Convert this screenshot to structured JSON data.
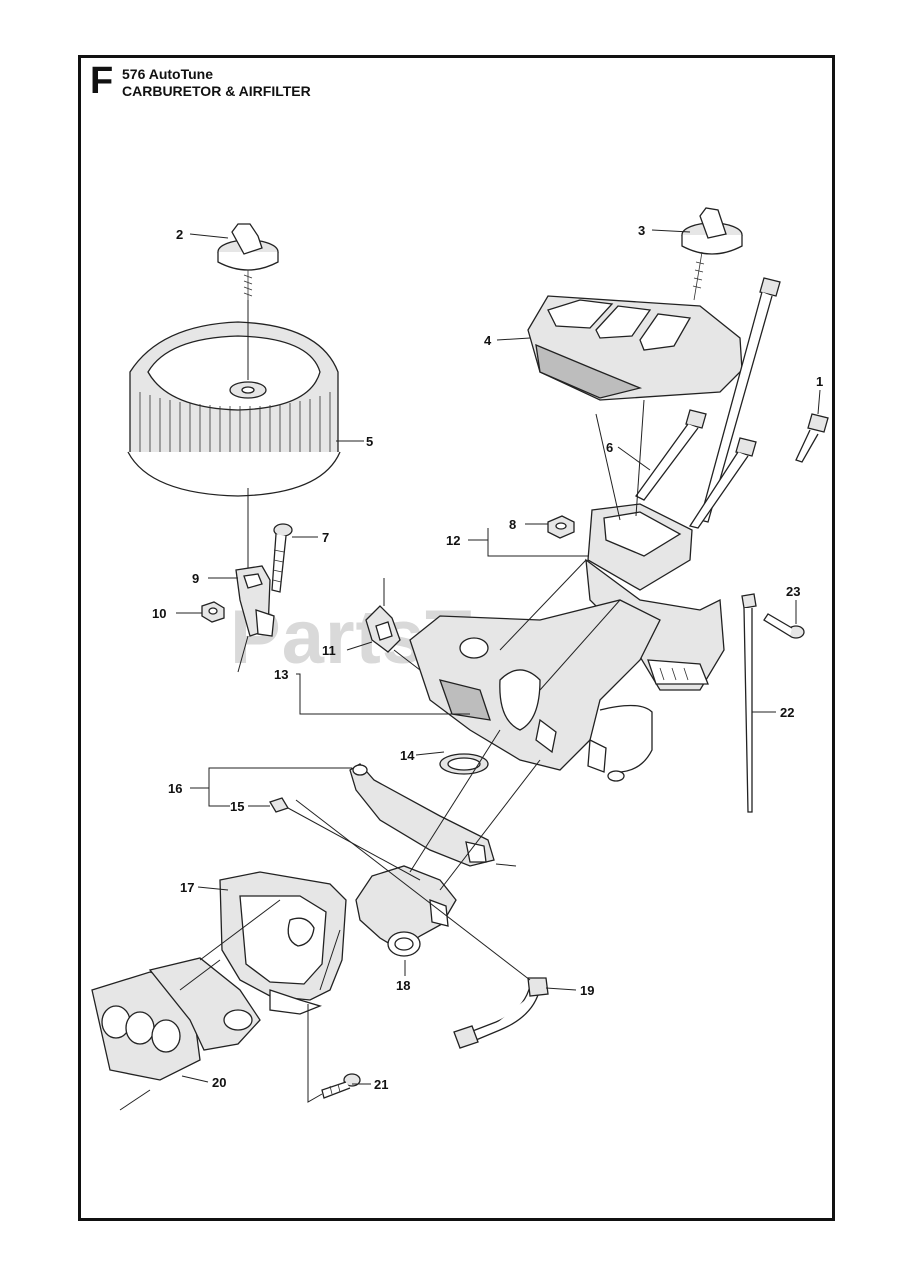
{
  "header": {
    "section_letter": "F",
    "model": "576 AutoTune",
    "section_title": "CARBURETOR & AIRFILTER"
  },
  "watermark": "PartsTree",
  "callouts": [
    {
      "id": "c1",
      "label": "1"
    },
    {
      "id": "c2",
      "label": "2"
    },
    {
      "id": "c3",
      "label": "3"
    },
    {
      "id": "c4",
      "label": "4"
    },
    {
      "id": "c5",
      "label": "5"
    },
    {
      "id": "c6",
      "label": "6"
    },
    {
      "id": "c7",
      "label": "7"
    },
    {
      "id": "c8",
      "label": "8"
    },
    {
      "id": "c9",
      "label": "9"
    },
    {
      "id": "c10",
      "label": "10"
    },
    {
      "id": "c11",
      "label": "11"
    },
    {
      "id": "c12",
      "label": "12"
    },
    {
      "id": "c13",
      "label": "13"
    },
    {
      "id": "c14",
      "label": "14"
    },
    {
      "id": "c15",
      "label": "15"
    },
    {
      "id": "c16",
      "label": "16"
    },
    {
      "id": "c17",
      "label": "17"
    },
    {
      "id": "c18",
      "label": "18"
    },
    {
      "id": "c19",
      "label": "19"
    },
    {
      "id": "c20",
      "label": "20"
    },
    {
      "id": "c21",
      "label": "21"
    },
    {
      "id": "c22",
      "label": "22"
    },
    {
      "id": "c23",
      "label": "23"
    }
  ]
}
